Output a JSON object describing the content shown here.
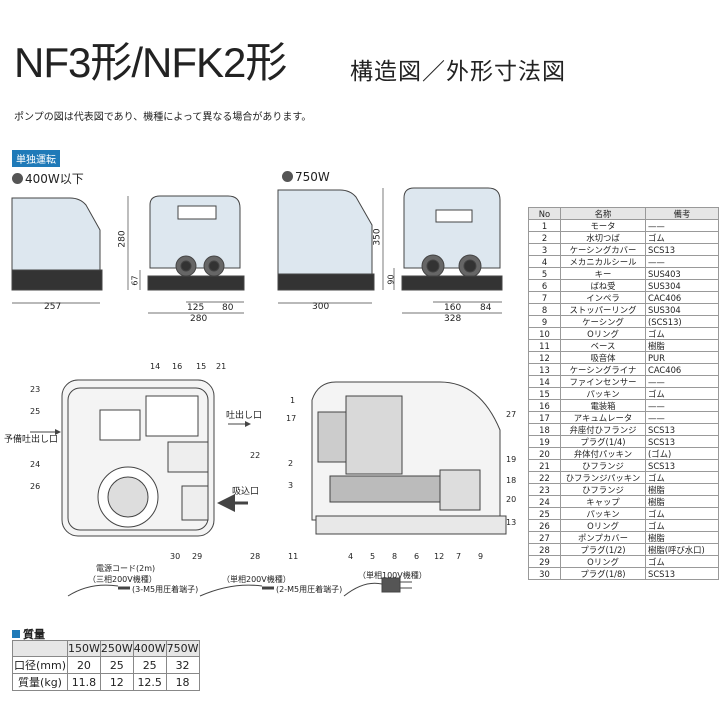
{
  "title": {
    "main": "NF3形/NFK2形",
    "sub": "構造図／外形寸法図"
  },
  "note": "ポンプの図は代表図であり、機種によって異なる場合があります。",
  "mode_badge": "単独運転",
  "views": {
    "small": {
      "heading": "400W以下",
      "dims": {
        "width": "257",
        "height": "280",
        "base_h": "67",
        "front_w": "280",
        "pitch": "125",
        "side": "80"
      }
    },
    "large": {
      "heading": "750W",
      "dims": {
        "width": "300",
        "height": "350",
        "base_h": "90",
        "front_w": "328",
        "pitch": "160",
        "side": "84"
      }
    }
  },
  "labels": {
    "discharge": "吐出し口",
    "spare_discharge": "予備吐出し口",
    "suction": "吸込口",
    "cord": "電源コード(2m)",
    "three_phase": "（三相200V機種）",
    "three_phase_term": "(3-M5用圧着端子)",
    "single_200": "（単相200V機種）",
    "single_200_term": "(2-M5用圧着端子)",
    "single_100": "（単相100V機種）"
  },
  "callouts_top": [
    "14",
    "16",
    "15",
    "21",
    "23",
    "25",
    "24",
    "26",
    "22",
    "30",
    "29",
    "28"
  ],
  "callouts_side": [
    "1",
    "17",
    "2",
    "3",
    "11",
    "27",
    "19",
    "18",
    "20",
    "13",
    "4",
    "5",
    "8",
    "6",
    "12",
    "7",
    "9"
  ],
  "parts_table": {
    "headers": [
      "No",
      "名称",
      "備考"
    ],
    "rows": [
      [
        "1",
        "モータ",
        "——"
      ],
      [
        "2",
        "水切つば",
        "ゴム"
      ],
      [
        "3",
        "ケーシングカバー",
        "SCS13"
      ],
      [
        "4",
        "メカニカルシール",
        "——"
      ],
      [
        "5",
        "キー",
        "SUS403"
      ],
      [
        "6",
        "ばね受",
        "SUS304"
      ],
      [
        "7",
        "インペラ",
        "CAC406"
      ],
      [
        "8",
        "ストッパーリング",
        "SUS304"
      ],
      [
        "9",
        "ケーシング",
        "(SCS13)"
      ],
      [
        "10",
        "Oリング",
        "ゴム"
      ],
      [
        "11",
        "ベース",
        "樹脂"
      ],
      [
        "12",
        "吸音体",
        "PUR"
      ],
      [
        "13",
        "ケーシングライナ",
        "CAC406"
      ],
      [
        "14",
        "ファインセンサー",
        "——"
      ],
      [
        "15",
        "パッキン",
        "ゴム"
      ],
      [
        "16",
        "電装箱",
        "——"
      ],
      [
        "17",
        "アキュムレータ",
        "——"
      ],
      [
        "18",
        "弁座付ひフランジ",
        "SCS13"
      ],
      [
        "19",
        "プラグ(1/4)",
        "SCS13"
      ],
      [
        "20",
        "弁体付パッキン",
        "(ゴム)"
      ],
      [
        "21",
        "ひフランジ",
        "SCS13"
      ],
      [
        "22",
        "ひフランジパッキン",
        "ゴム"
      ],
      [
        "23",
        "ひフランジ",
        "樹脂"
      ],
      [
        "24",
        "キャップ",
        "樹脂"
      ],
      [
        "25",
        "パッキン",
        "ゴム"
      ],
      [
        "26",
        "Oリング",
        "ゴム"
      ],
      [
        "27",
        "ポンプカバー",
        "樹脂"
      ],
      [
        "28",
        "プラグ(1/2)",
        "樹脂(呼び水口)"
      ],
      [
        "29",
        "Oリング",
        "ゴム"
      ],
      [
        "30",
        "プラグ(1/8)",
        "SCS13"
      ]
    ]
  },
  "mass": {
    "heading": "質量",
    "headers": [
      "",
      "150W",
      "250W",
      "400W",
      "750W"
    ],
    "rows": [
      {
        "label": "口径(mm)",
        "values": [
          "20",
          "25",
          "25",
          "32"
        ]
      },
      {
        "label": "質量(kg)",
        "values": [
          "11.8",
          "12",
          "12.5",
          "18"
        ]
      }
    ]
  },
  "colors": {
    "accent": "#1f7ab8",
    "body_fill": "#dde7ef",
    "base": "#333333"
  }
}
